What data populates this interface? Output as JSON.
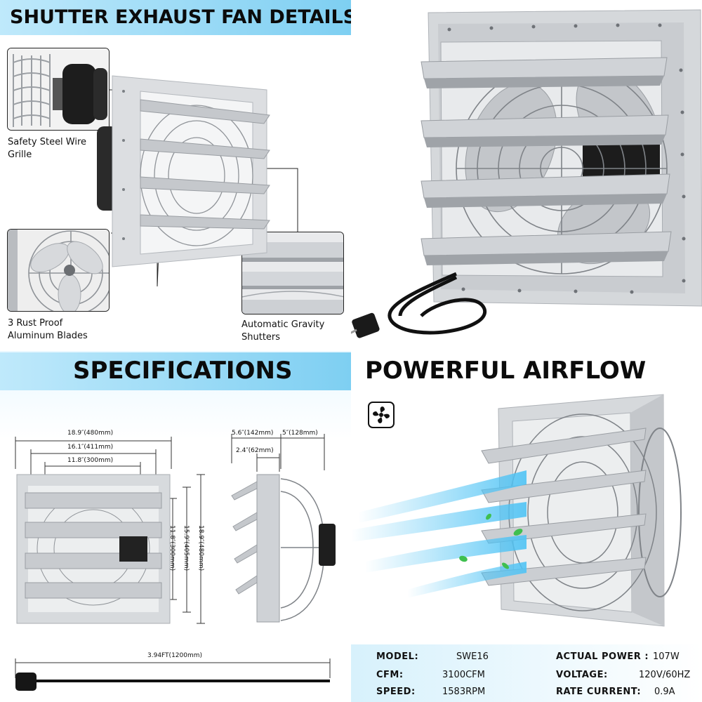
{
  "panel_details": {
    "title": "SHUTTER EXHAUST FAN DETAILS",
    "features": [
      {
        "line1": "Safety Steel Wire",
        "line2": "Grille"
      },
      {
        "line1": "3 Rust Proof",
        "line2": "Aluminum Blades"
      },
      {
        "line1": "Automatic Gravity",
        "line2": "Shutters"
      }
    ]
  },
  "panel_specs": {
    "title": "SPECIFICATIONS",
    "front_dims": {
      "width_outer": "18.9″(480mm)",
      "width_mid": "16.1″(411mm)",
      "width_inner": "11.8″(300mm)",
      "height_inner": "11.8″(300mm)",
      "height_mid": "15.9″(405mm)",
      "height_outer": "18.9″(480mm)"
    },
    "side_dims": {
      "depth_total": "5.6″(142mm)",
      "depth_motor": "5″(128mm)",
      "depth_frame": "2.4″(62mm)"
    },
    "cord_length": "3.94FT(1200mm)"
  },
  "panel_airflow": {
    "title": "POWERFUL AIRFLOW",
    "icon": "fan-icon",
    "specs": [
      {
        "key": "MODEL:",
        "value": "SWE16"
      },
      {
        "key": "CFM:",
        "value": "3100CFM"
      },
      {
        "key": "SPEED:",
        "value": "1583RPM"
      },
      {
        "key": "ACTUAL POWER :",
        "value": "107W"
      },
      {
        "key": "VOLTAGE:",
        "value": "120V/60HZ"
      },
      {
        "key": "RATE CURRENT:",
        "value": "0.9A"
      }
    ]
  },
  "colors": {
    "banner_light": "#bfe9fb",
    "banner_dark": "#7ecff2",
    "aluminum": "#c9ccd0",
    "airflow": "#4ec3f5"
  }
}
